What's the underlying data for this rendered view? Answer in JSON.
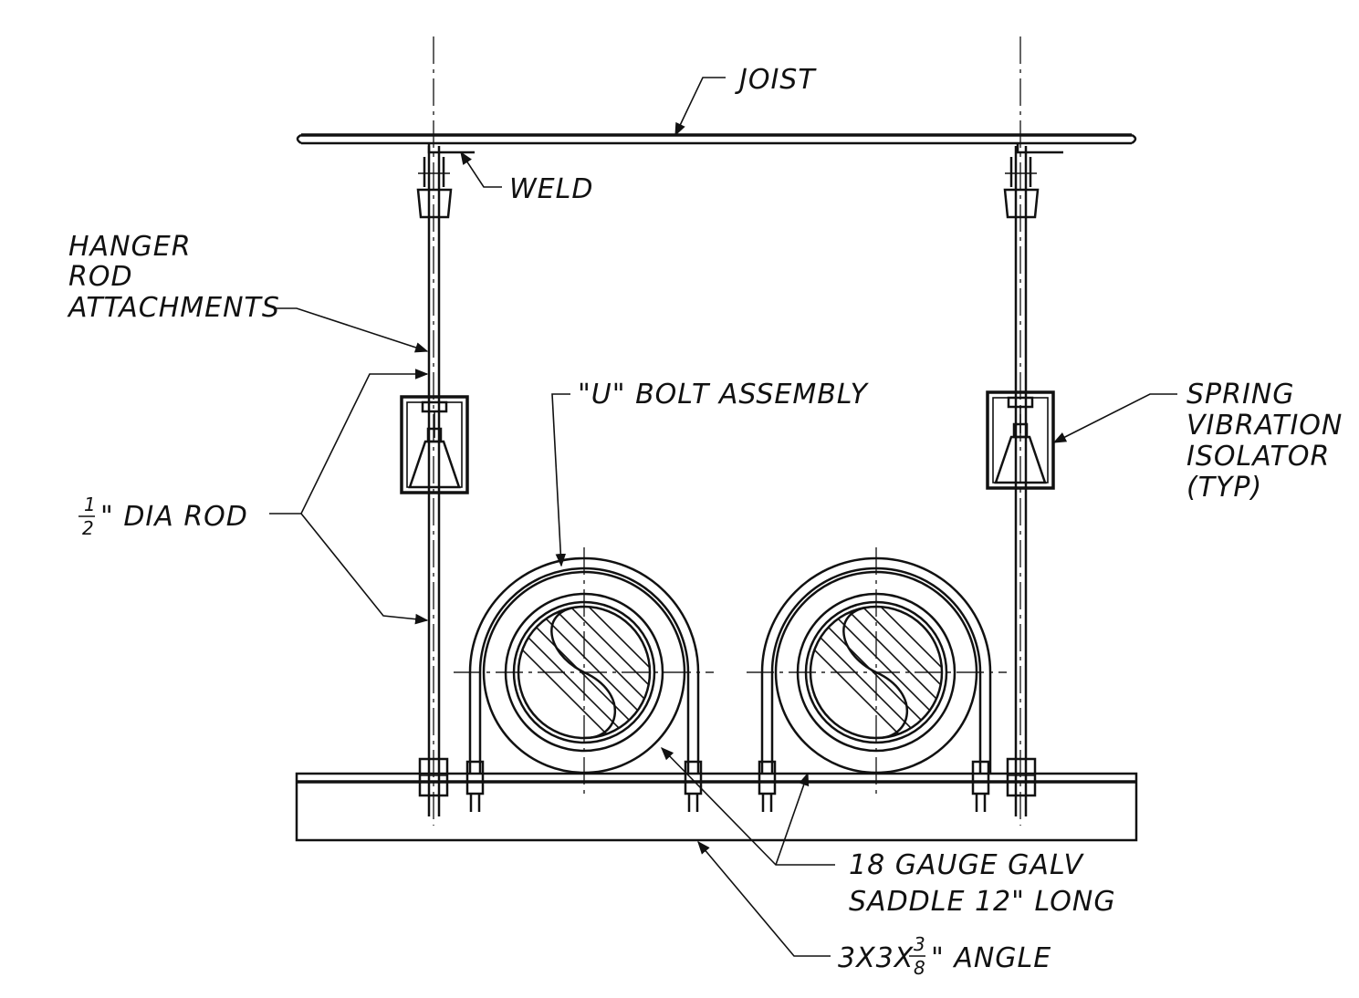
{
  "labels": {
    "joist": "JOIST",
    "weld": "WELD",
    "hanger": [
      "HANGER",
      "ROD",
      "ATTACHMENTS"
    ],
    "dia_rod_frac_num": "1",
    "dia_rod_frac_den": "2",
    "dia_rod_text": "\" DIA  ROD",
    "u_bolt": "\"U\" BOLT ASSEMBLY",
    "spring": [
      "SPRING",
      "VIBRATION",
      "ISOLATOR",
      "(TYP)"
    ],
    "saddle": [
      "18 GAUGE GALV",
      "SADDLE 12\" LONG"
    ],
    "angle_prefix": "3X3X",
    "angle_frac_num": "3",
    "angle_frac_den": "8",
    "angle_suffix": "\" ANGLE"
  }
}
